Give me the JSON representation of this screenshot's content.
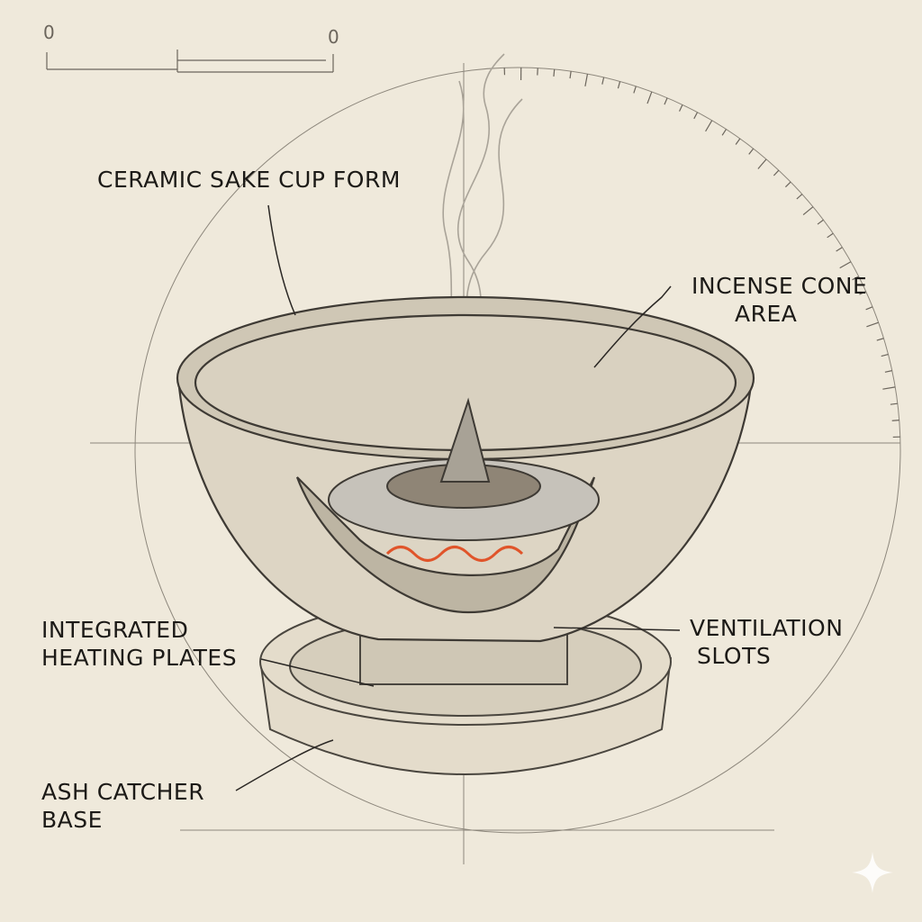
{
  "scale_bar": {
    "left_label": "0",
    "right_label": "0"
  },
  "labels": {
    "cup_form": "CERAMIC SAKE CUP FORM",
    "incense_line1": "INCENSE CONE",
    "incense_line2": "AREA",
    "heating_line1": "INTEGRATED",
    "heating_line2": "HEATING PLATES",
    "vent_line1": "VENTILATION",
    "vent_line2": "SLOTS",
    "ash_line1": "ASH CATCHER",
    "ash_line2": "BASE"
  },
  "colors": {
    "paper": "#efe9db",
    "pencil": "#4a463f",
    "coil": "#e0542a"
  },
  "watermark_icon": "sparkle-icon"
}
